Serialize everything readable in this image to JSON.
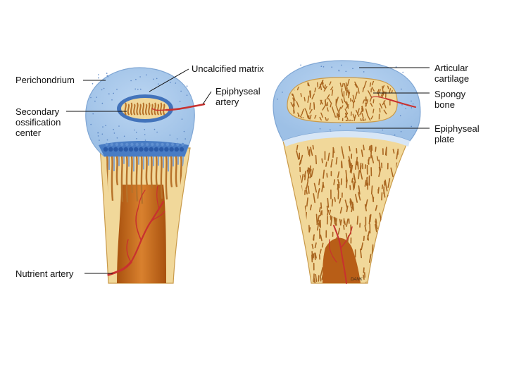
{
  "colors": {
    "cartilage": "#a8c8ea",
    "cartilage_edge": "#7fa6d4",
    "calcified_blue": "#3f74c0",
    "bone_cream": "#f1d89a",
    "bone_edge": "#c99a4a",
    "marrow": "#c96a1c",
    "marrow_dark": "#9a4a10",
    "trabecula": "#b7722a",
    "artery": "#c8312f",
    "leader": "#111111"
  },
  "labels": {
    "perichondrium": "Perichondrium",
    "uncalcified_matrix": "Uncalcified matrix",
    "epiphyseal_artery": "Epiphyseal\nartery",
    "secondary_ossification_center": "Secondary\nossification\ncenter",
    "nutrient_artery": "Nutrient artery",
    "articular_cartilage": "Articular\ncartilage",
    "spongy_bone": "Spongy\nbone",
    "epiphyseal_plate": "Epiphyseal\nplate"
  },
  "signature": "DANK"
}
